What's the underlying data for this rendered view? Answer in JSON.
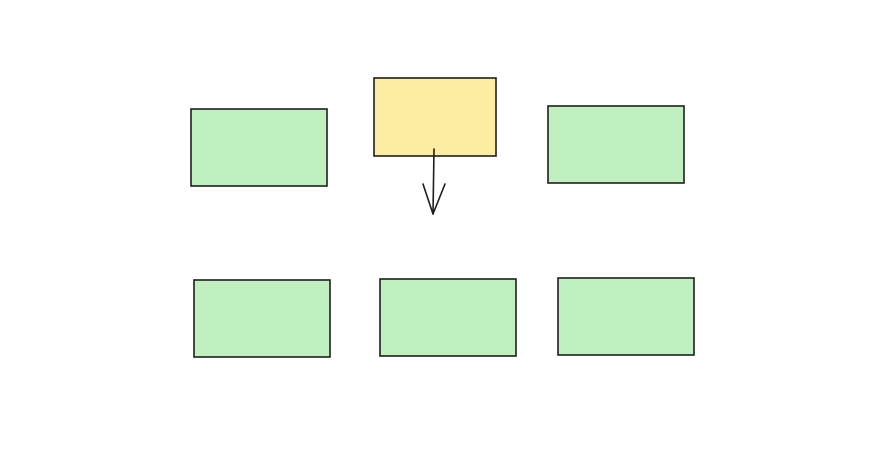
{
  "colors": {
    "background": "#ffffff",
    "stroke": "#1e1e1e",
    "green_box_fill": "#c0f0c0",
    "yellow_box_fill": "#fdeda3"
  },
  "diagram": {
    "boxes": [
      {
        "id": "top-left",
        "label": "",
        "fill": "green"
      },
      {
        "id": "top-center",
        "label": "",
        "fill": "yellow"
      },
      {
        "id": "top-right",
        "label": "",
        "fill": "green"
      },
      {
        "id": "bottom-left",
        "label": "",
        "fill": "green"
      },
      {
        "id": "bottom-center",
        "label": "",
        "fill": "green"
      },
      {
        "id": "bottom-right",
        "label": "",
        "fill": "green"
      }
    ],
    "arrows": [
      {
        "from": "top-center",
        "direction": "down",
        "label": ""
      }
    ]
  }
}
